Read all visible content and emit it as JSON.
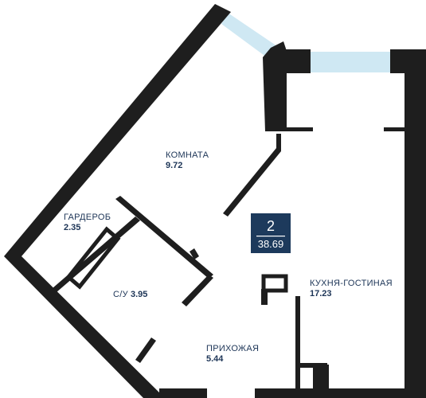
{
  "apartment": {
    "rooms_count": "2",
    "total_area": "38.69",
    "badge_color": "#1d3a5c"
  },
  "colors": {
    "wall": "#1e1e1e",
    "window": "#cfe8f3",
    "text": "#1d3557"
  },
  "rooms": {
    "living_room": {
      "name": "КОМНАТА",
      "area": "9.72"
    },
    "wardrobe": {
      "name": "ГАРДЕРОБ",
      "area": "2.35"
    },
    "bathroom": {
      "name": "С/У",
      "area": "3.95"
    },
    "kitchen": {
      "name": "КУХНЯ-ГОСТИНАЯ",
      "area": "17.23"
    },
    "hallway": {
      "name": "ПРИХОЖАЯ",
      "area": "5.44"
    }
  }
}
